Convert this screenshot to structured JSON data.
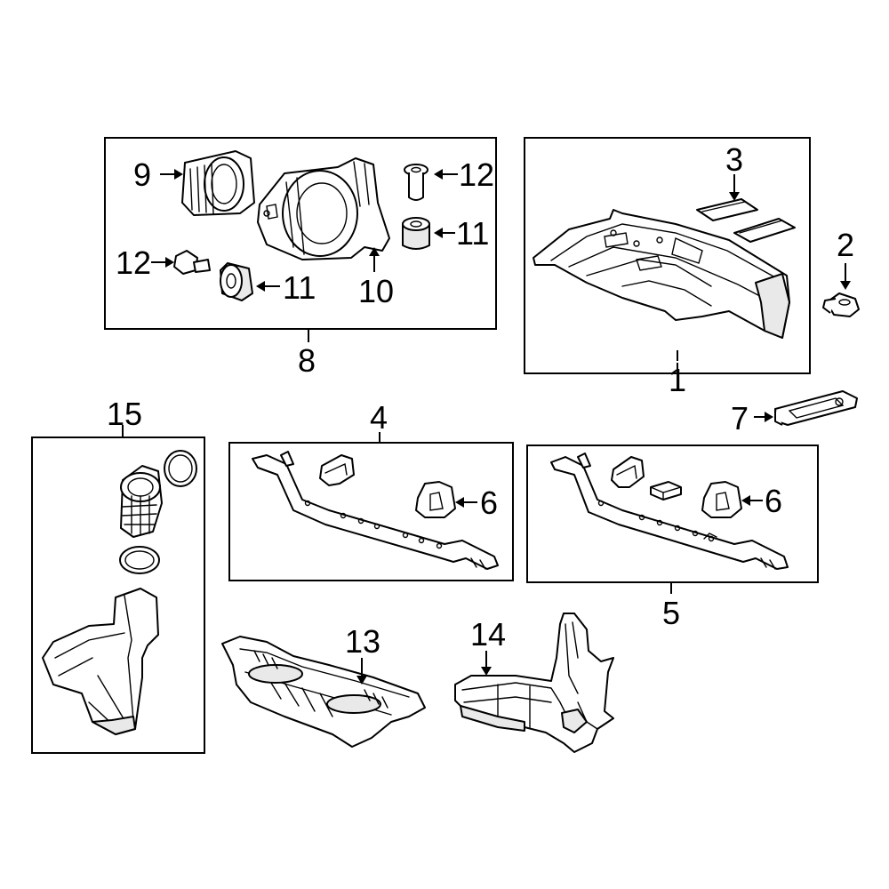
{
  "callouts": {
    "c1": "1",
    "c2": "2",
    "c3": "3",
    "c4": "4",
    "c5": "5",
    "c6a": "6",
    "c6b": "6",
    "c7": "7",
    "c8": "8",
    "c9": "9",
    "c10": "10",
    "c11a": "11",
    "c11b": "11",
    "c12a": "12",
    "c12b": "12",
    "c13": "13",
    "c14": "14",
    "c15": "15"
  }
}
